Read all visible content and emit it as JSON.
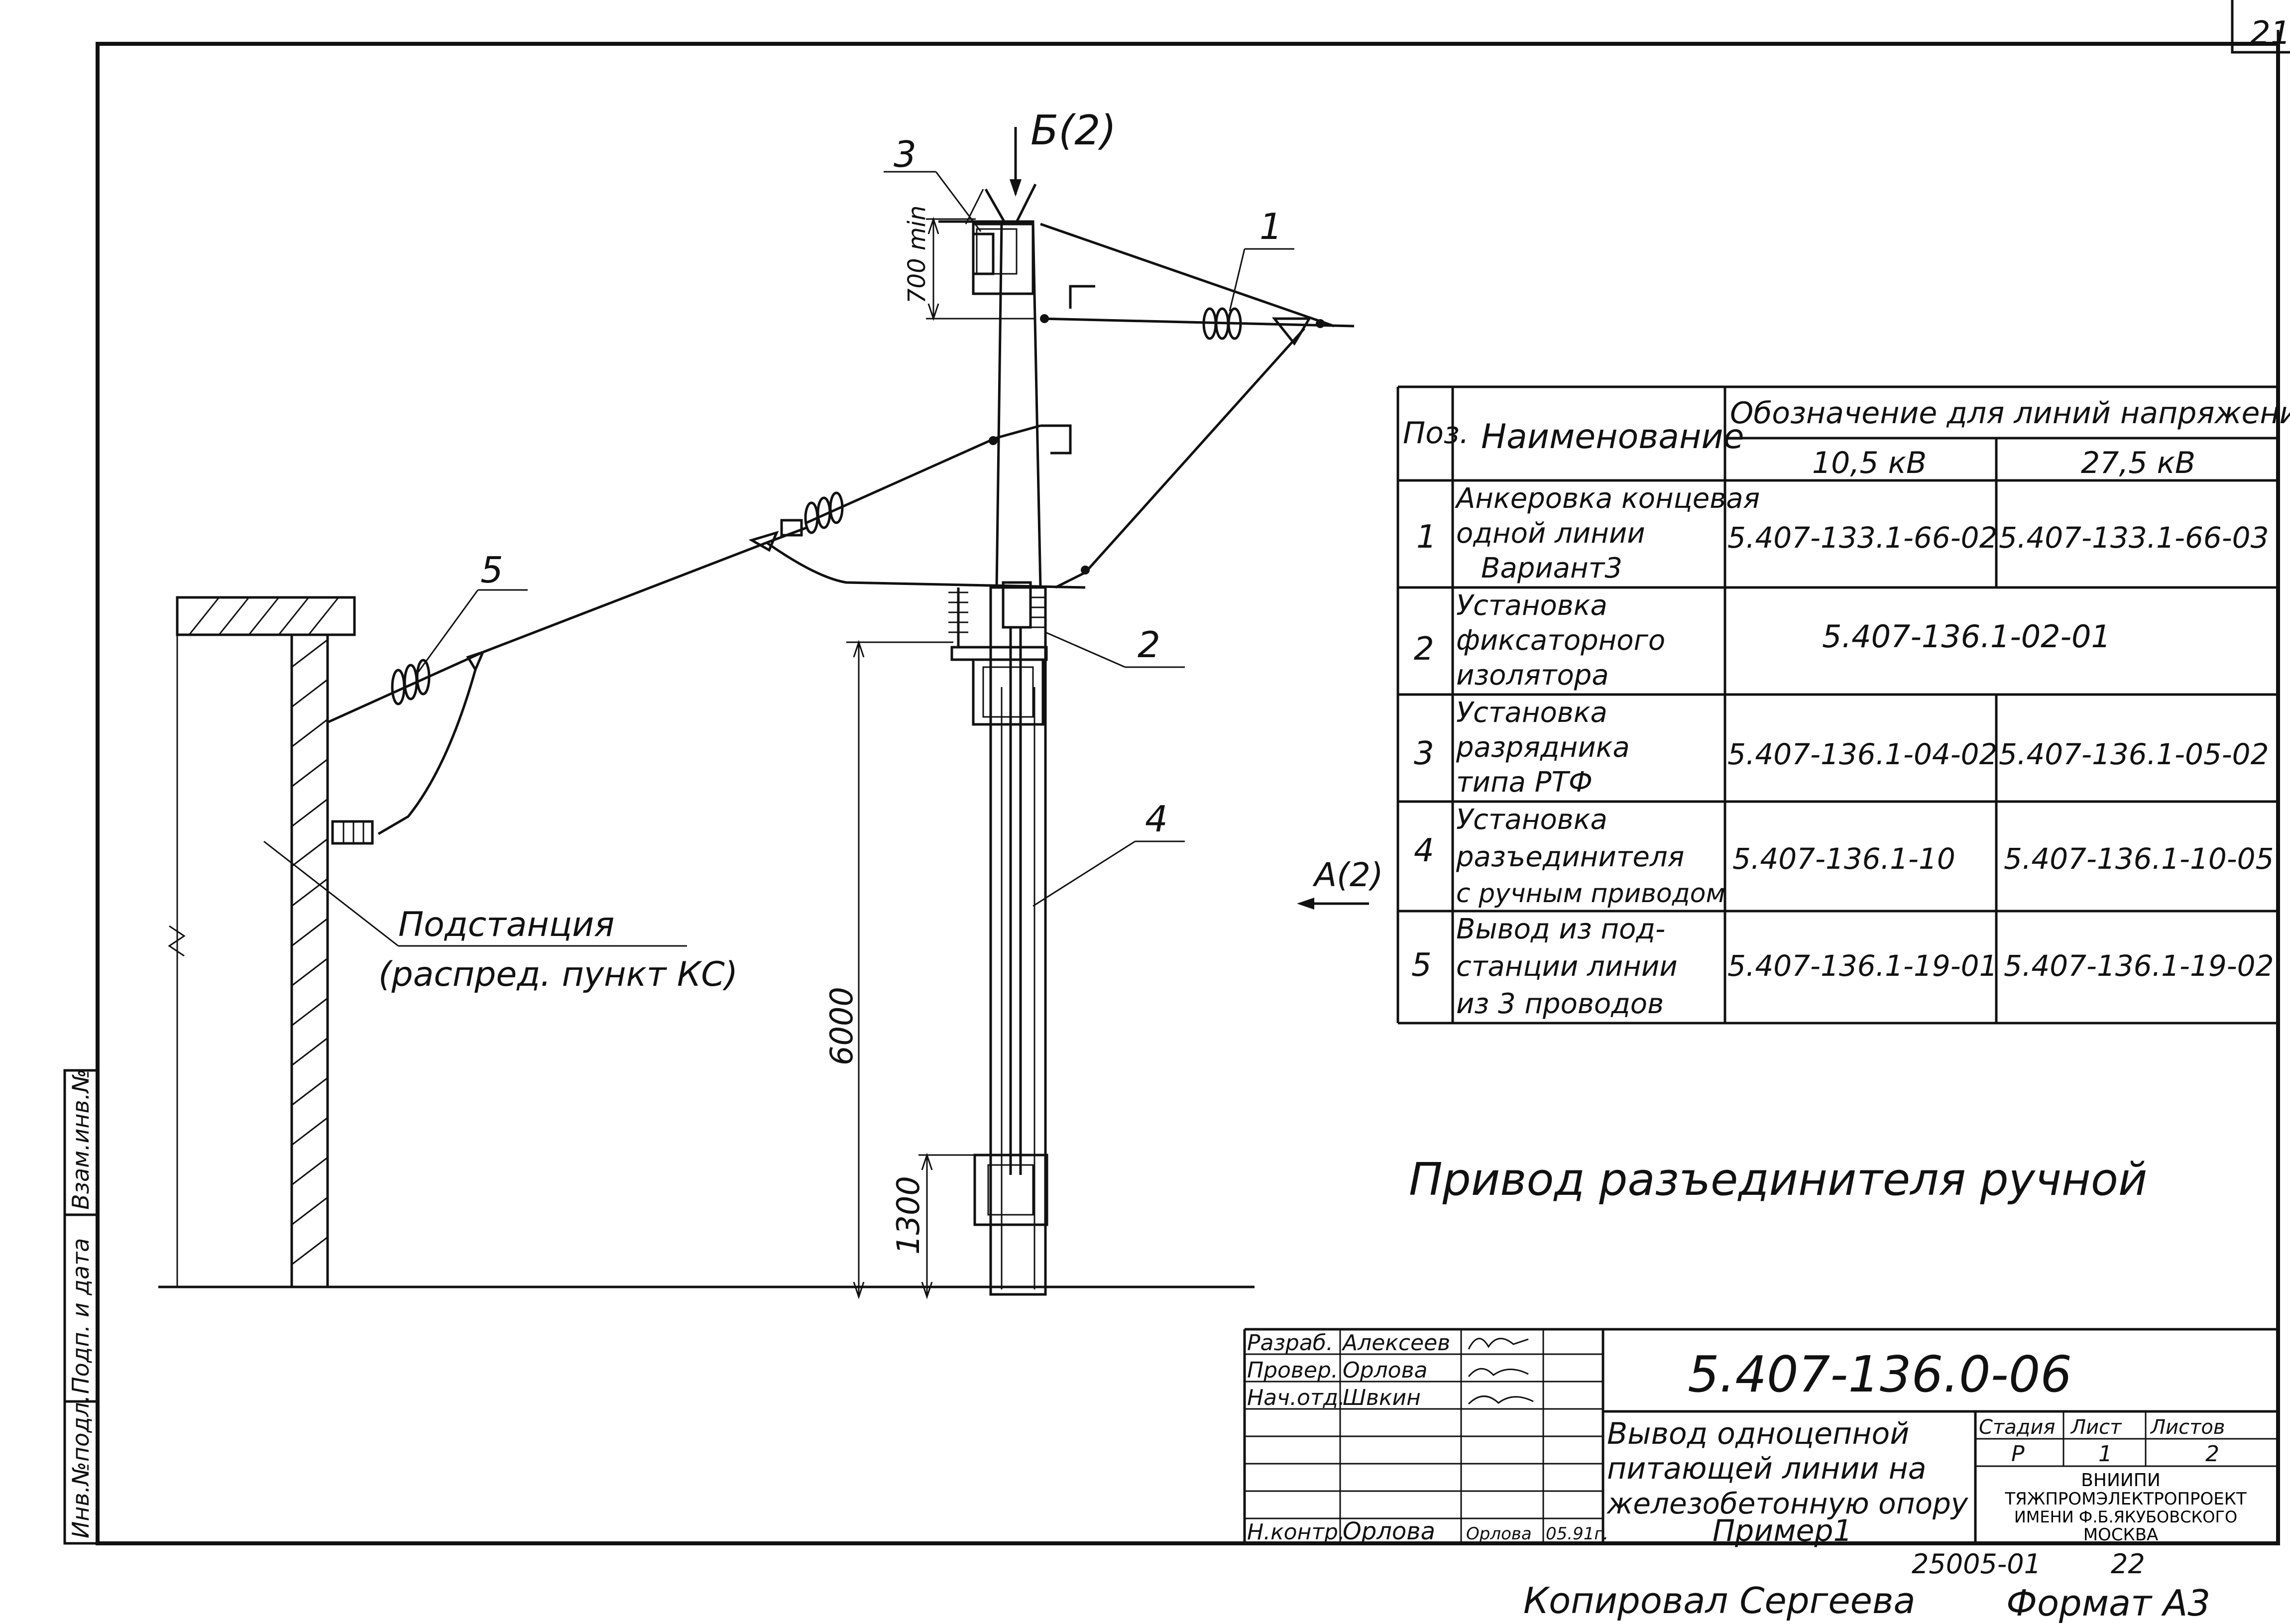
{
  "sheet_number": "21",
  "drawing_code": "5.407-136.0-06",
  "drawing_title": "Привод разъединителя ручной",
  "callouts": {
    "b2": "Б(2)",
    "a2": "А(2)",
    "n1": "1",
    "n2": "2",
    "n3": "3",
    "n4": "4",
    "n5": "5"
  },
  "dimensions": {
    "d700": "700 min",
    "d6000": "6000",
    "d1300": "1300"
  },
  "substation_label": {
    "line1": "Подстанция",
    "line2": "(распред. пункт КС)"
  },
  "spec_table": {
    "header_pos": "Поз.",
    "header_name": "Наименование",
    "header_designation": "Обозначение для линий напряжением:",
    "header_v1": "10,5 кВ",
    "header_v2": "27,5 кВ",
    "rows": [
      {
        "pos": "1",
        "name": [
          "Анкеровка концевая",
          "одной линии",
          "Вариант3"
        ],
        "v1": "5.407-133.1-66-02",
        "v2": "5.407-133.1-66-03"
      },
      {
        "pos": "2",
        "name": [
          "Установка",
          "фиксаторного",
          "изолятора"
        ],
        "merged": "5.407-136.1-02-01"
      },
      {
        "pos": "3",
        "name": [
          "Установка",
          "разрядника",
          "типа РТФ"
        ],
        "v1": "5.407-136.1-04-02",
        "v2": "5.407-136.1-05-02"
      },
      {
        "pos": "4",
        "name": [
          "Установка",
          "разъединителя",
          "с ручным приводом"
        ],
        "v1": "5.407-136.1-10",
        "v2": "5.407-136.1-10-05"
      },
      {
        "pos": "5",
        "name": [
          "Вывод из под-",
          "станции линии",
          "из 3 проводов"
        ],
        "v1": "5.407-136.1-19-01",
        "v2": "5.407-136.1-19-02"
      }
    ]
  },
  "side_stamp": {
    "c1": "Инв.№подл.",
    "c2": "Подп. и дата",
    "c3": "Взам.инв.№"
  },
  "title_block": {
    "roles": [
      "Разраб.",
      "Провер.",
      "Нач.отд."
    ],
    "names": [
      "Алексеев",
      "Орлова",
      "Швкин"
    ],
    "n_kontr_role": "Н.контр.",
    "n_kontr_name": "Орлова",
    "n_kontr_sign": "Орлова",
    "n_kontr_date": "05.91г.",
    "code": "5.407-136.0-06",
    "description": [
      "Вывод одноцепной",
      "питающей линии на",
      "железобетонную опору",
      "Пример1"
    ],
    "stage_header": "Стадия",
    "sheet_header": "Лист",
    "sheets_header": "Листов",
    "stage": "Р",
    "sheet": "1",
    "sheets": "2",
    "org": [
      "ВНИИПИ",
      "ТЯЖПРОМЭЛЕКТРОПРОЕКТ",
      "ИМЕНИ Ф.Б.ЯКУБОВСКОГО",
      "МОСКВА"
    ]
  },
  "bottom": {
    "order_no": "25005-01",
    "order_sheet": "22",
    "copied": "Копировал Сергеева",
    "format": "Формат А3"
  }
}
